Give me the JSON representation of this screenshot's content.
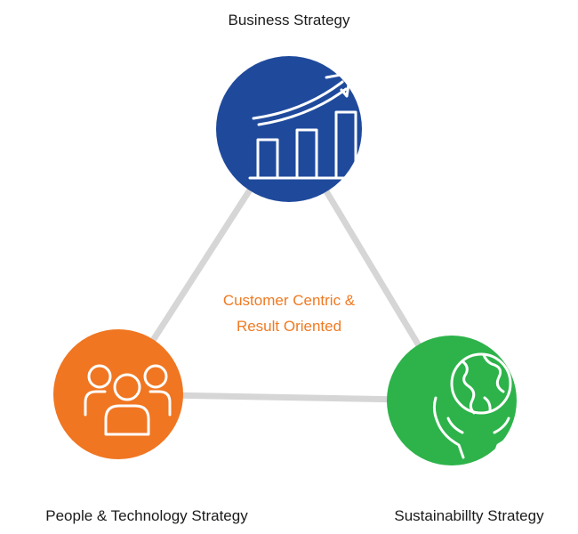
{
  "nodes": {
    "top": {
      "label": "Business Strategy",
      "color": "#1f4a9c",
      "icon": "bar-chart-growth-icon"
    },
    "left": {
      "label": "People & Technology Strategy",
      "color": "#f07621",
      "icon": "people-group-icon"
    },
    "right": {
      "label": "Sustainabillty Strategy",
      "color": "#2db34a",
      "icon": "globe-in-hands-icon"
    }
  },
  "center": {
    "line1": "Customer Centric &",
    "line2": "Result Oriented",
    "color": "#f07a22"
  },
  "connector_color": "#d6d6d6"
}
